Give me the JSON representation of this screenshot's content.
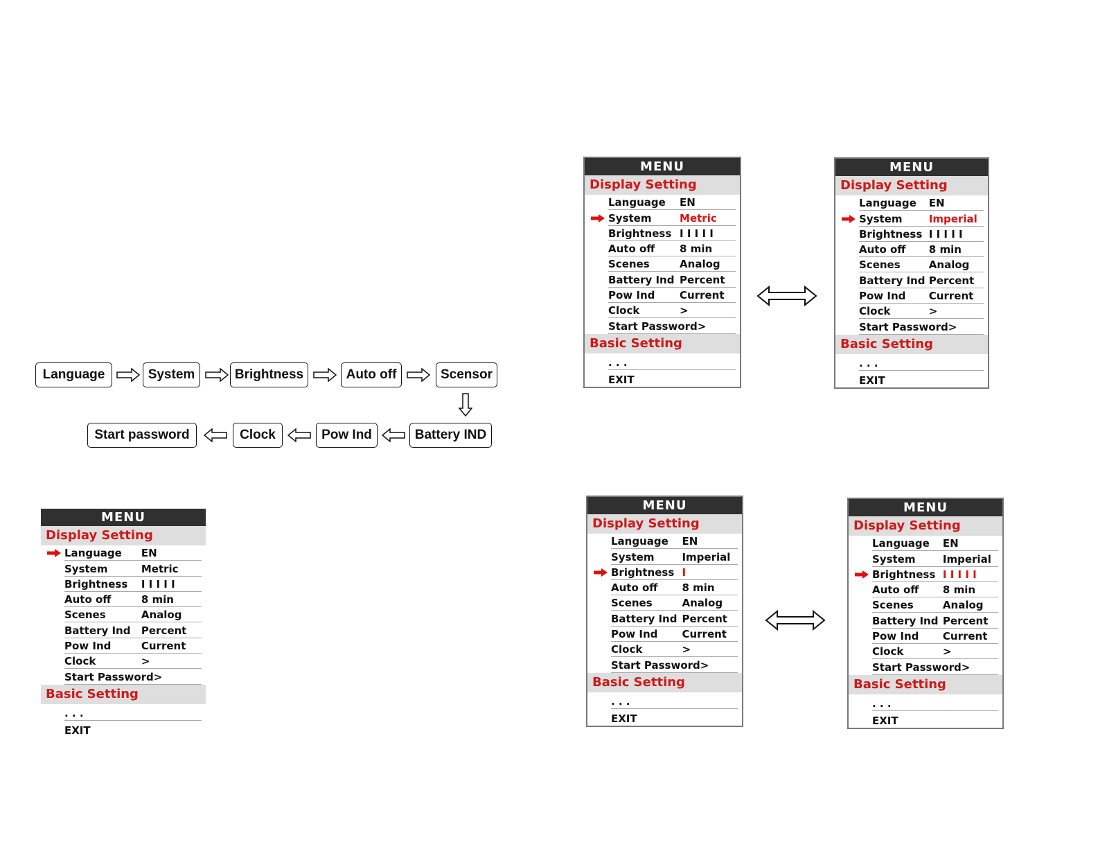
{
  "flow": {
    "row1": [
      "Language",
      "System",
      "Brightness",
      "Auto off",
      "Scensor"
    ],
    "row2": [
      "Start password",
      "Clock",
      "Pow Ind",
      "Battery IND"
    ]
  },
  "menu_common": {
    "header": "MENU",
    "section1": "Display Setting",
    "section2": "Basic Setting",
    "dots": ". . .",
    "exit": "EXIT"
  },
  "panels": {
    "main": {
      "selected": "Language",
      "rows": [
        {
          "label": "Language",
          "value": "EN"
        },
        {
          "label": "System",
          "value": "Metric"
        },
        {
          "label": "Brightness",
          "value": "I I I I I"
        },
        {
          "label": "Auto off",
          "value": "8 min"
        },
        {
          "label": "Scenes",
          "value": "Analog"
        },
        {
          "label": "Battery Ind",
          "value": "Percent"
        },
        {
          "label": "Pow Ind",
          "value": "Current"
        },
        {
          "label": "Clock",
          "value": ">"
        },
        {
          "label": "Start Password",
          "value": ">"
        }
      ]
    },
    "system_metric": {
      "selected": "System",
      "rows": [
        {
          "label": "Language",
          "value": "EN"
        },
        {
          "label": "System",
          "value": "Metric"
        },
        {
          "label": "Brightness",
          "value": "I I I I I"
        },
        {
          "label": "Auto off",
          "value": "8 min"
        },
        {
          "label": "Scenes",
          "value": "Analog"
        },
        {
          "label": "Battery Ind",
          "value": "Percent"
        },
        {
          "label": "Pow Ind",
          "value": "Current"
        },
        {
          "label": "Clock",
          "value": ">"
        },
        {
          "label": "Start Password",
          "value": ">"
        }
      ]
    },
    "system_imperial": {
      "selected": "System",
      "rows": [
        {
          "label": "Language",
          "value": "EN"
        },
        {
          "label": "System",
          "value": "Imperial"
        },
        {
          "label": "Brightness",
          "value": "I I I I I"
        },
        {
          "label": "Auto off",
          "value": "8 min"
        },
        {
          "label": "Scenes",
          "value": "Analog"
        },
        {
          "label": "Battery Ind",
          "value": "Percent"
        },
        {
          "label": "Pow Ind",
          "value": "Current"
        },
        {
          "label": "Clock",
          "value": ">"
        },
        {
          "label": "Start Password",
          "value": ">"
        }
      ]
    },
    "brightness_low": {
      "selected": "Brightness",
      "rows": [
        {
          "label": "Language",
          "value": "EN"
        },
        {
          "label": "System",
          "value": "Imperial"
        },
        {
          "label": "Brightness",
          "value": "I"
        },
        {
          "label": "Auto off",
          "value": "8 min"
        },
        {
          "label": "Scenes",
          "value": "Analog"
        },
        {
          "label": "Battery Ind",
          "value": "Percent"
        },
        {
          "label": "Pow Ind",
          "value": "Current"
        },
        {
          "label": "Clock",
          "value": ">"
        },
        {
          "label": "Start Password",
          "value": ">"
        }
      ]
    },
    "brightness_high": {
      "selected": "Brightness",
      "rows": [
        {
          "label": "Language",
          "value": "EN"
        },
        {
          "label": "System",
          "value": "Imperial"
        },
        {
          "label": "Brightness",
          "value": "I I I I I"
        },
        {
          "label": "Auto off",
          "value": "8 min"
        },
        {
          "label": "Scenes",
          "value": "Analog"
        },
        {
          "label": "Battery Ind",
          "value": "Percent"
        },
        {
          "label": "Pow Ind",
          "value": "Current"
        },
        {
          "label": "Clock",
          "value": ">"
        },
        {
          "label": "Start Password",
          "value": ">"
        }
      ]
    }
  },
  "icons": {
    "pointer": "right-arrow-icon",
    "toggle": "double-arrow-icon",
    "flow": "hollow-arrow-icon"
  },
  "colors": {
    "accent_red": "#e01010",
    "header_bg": "#303030",
    "section_bg": "#dedede"
  }
}
